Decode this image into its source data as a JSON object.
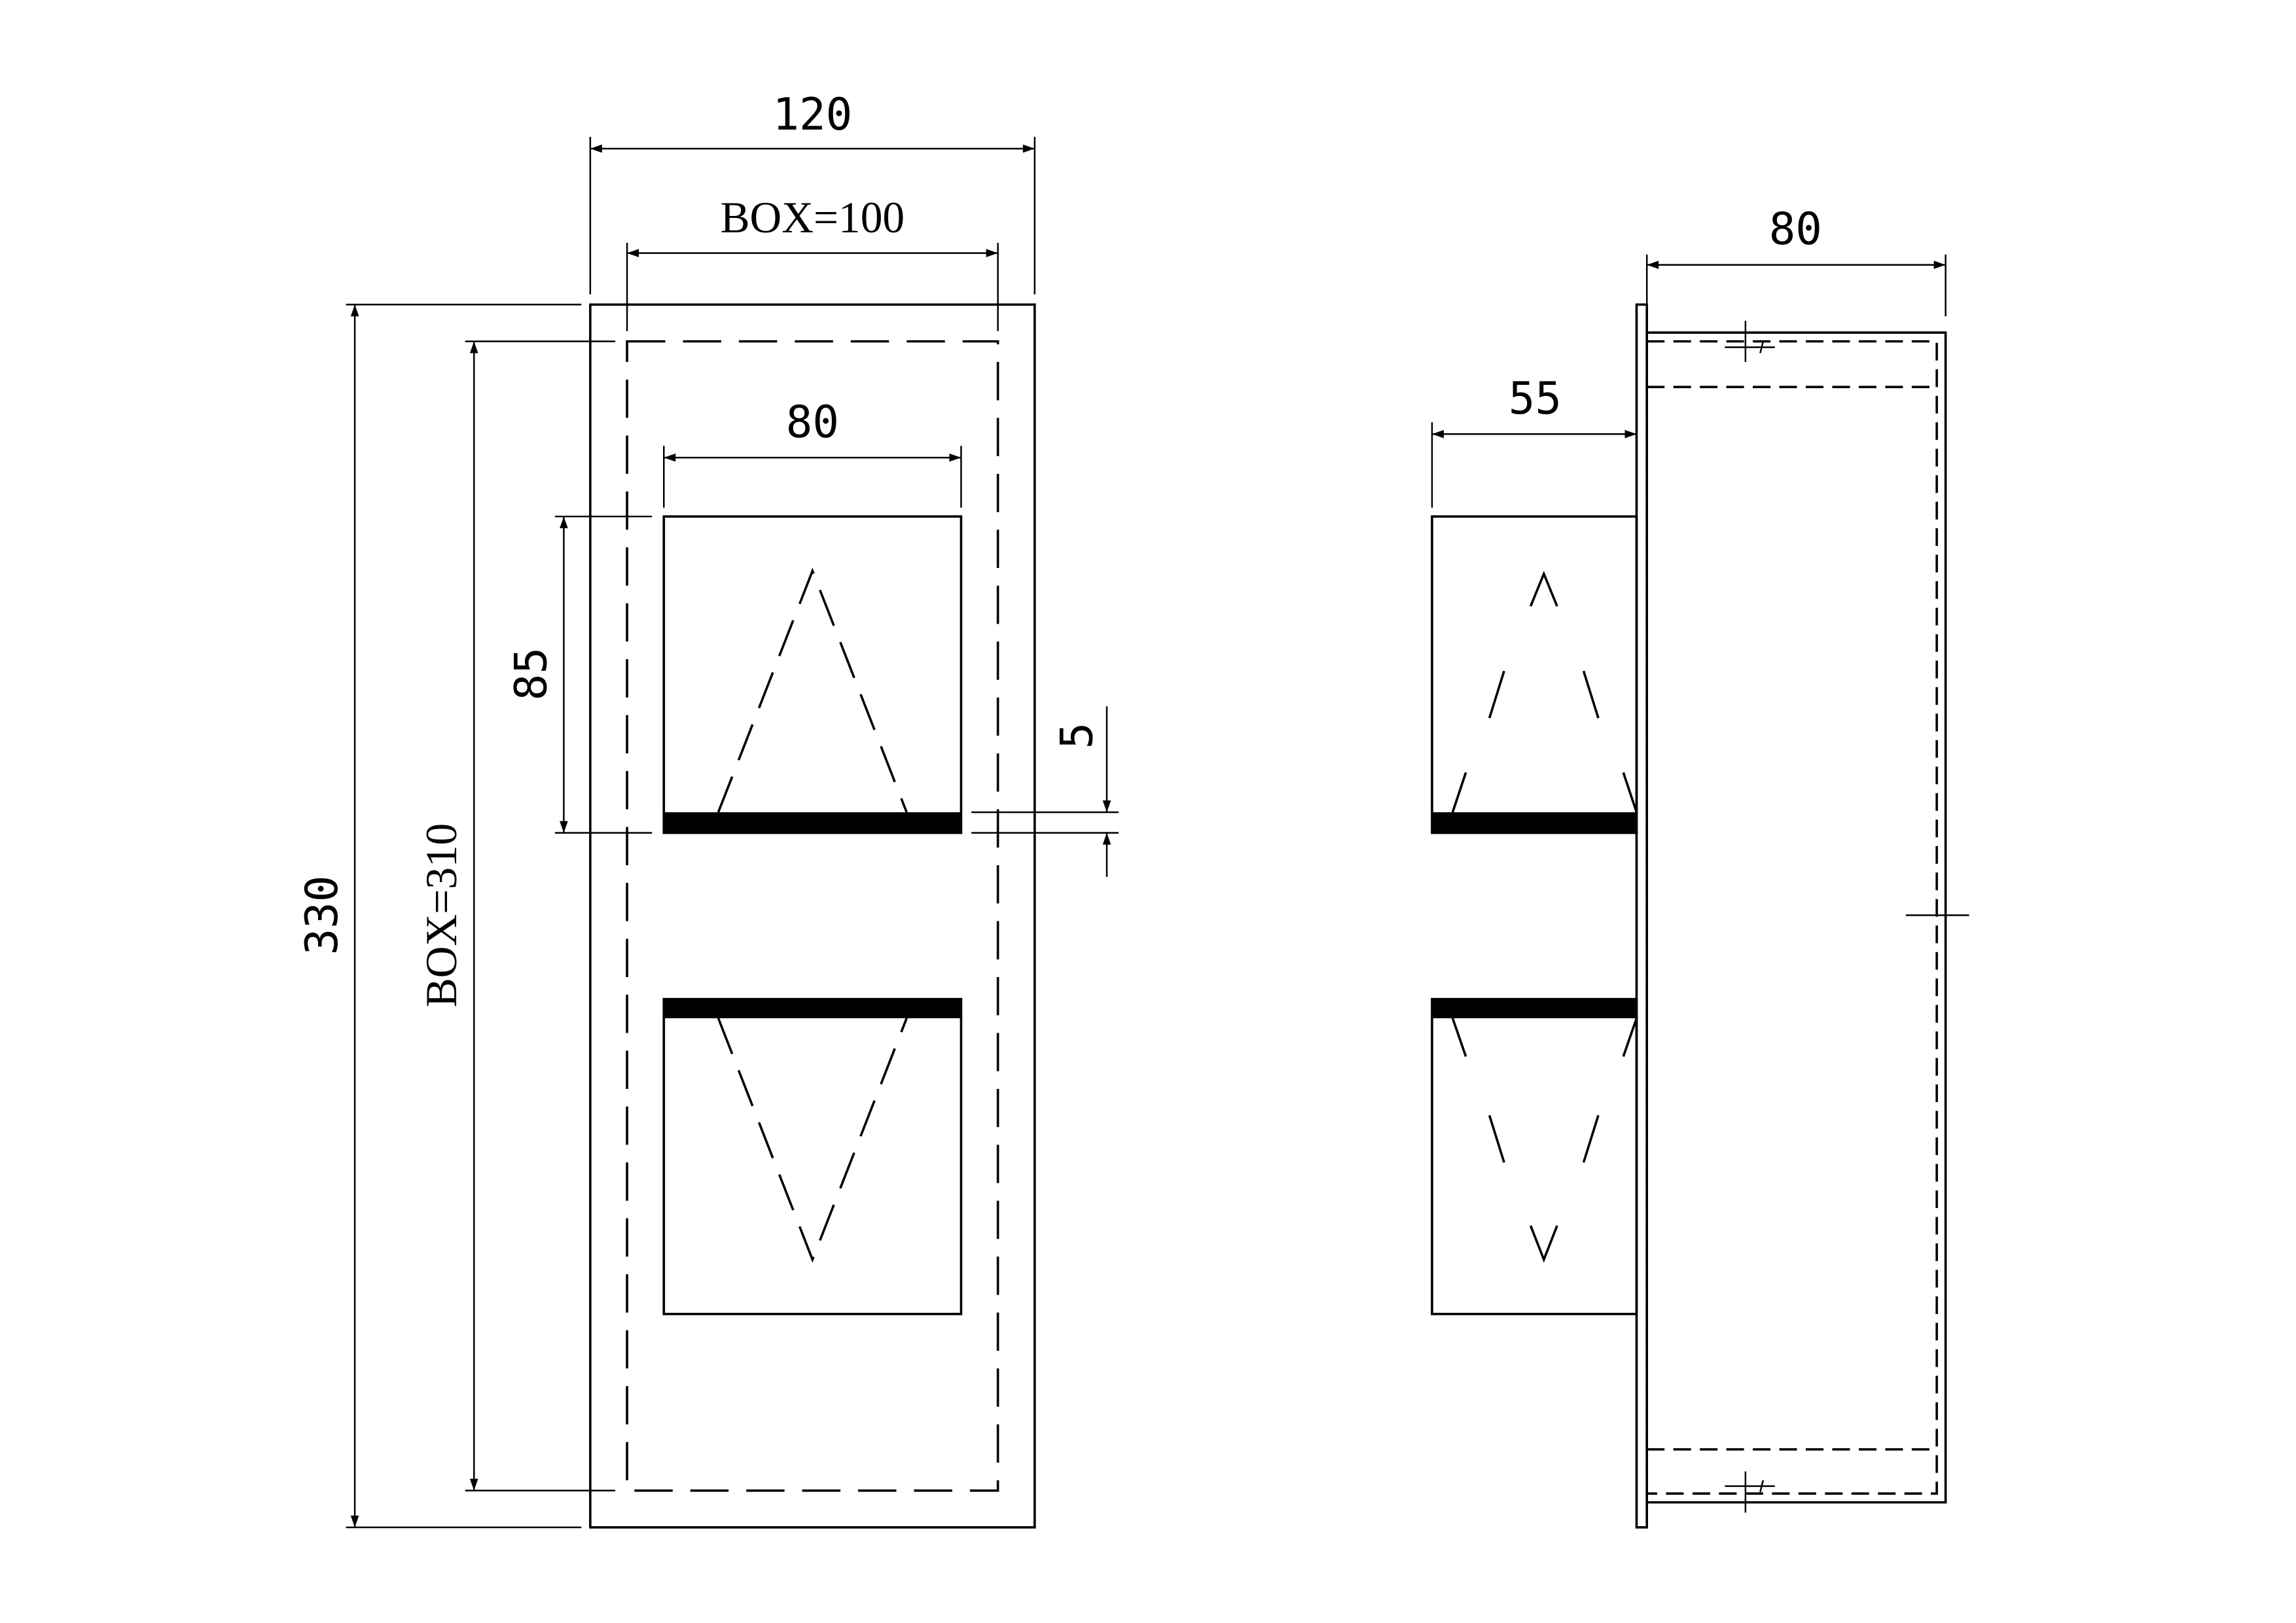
{
  "front_view": {
    "overall_width": "120",
    "box_width": "BOX=100",
    "button_width": "80",
    "button_height": "85",
    "bar_thickness": "5",
    "box_height": "BOX=310",
    "overall_height": "330"
  },
  "side_view": {
    "depth": "80",
    "button_projection": "55"
  }
}
